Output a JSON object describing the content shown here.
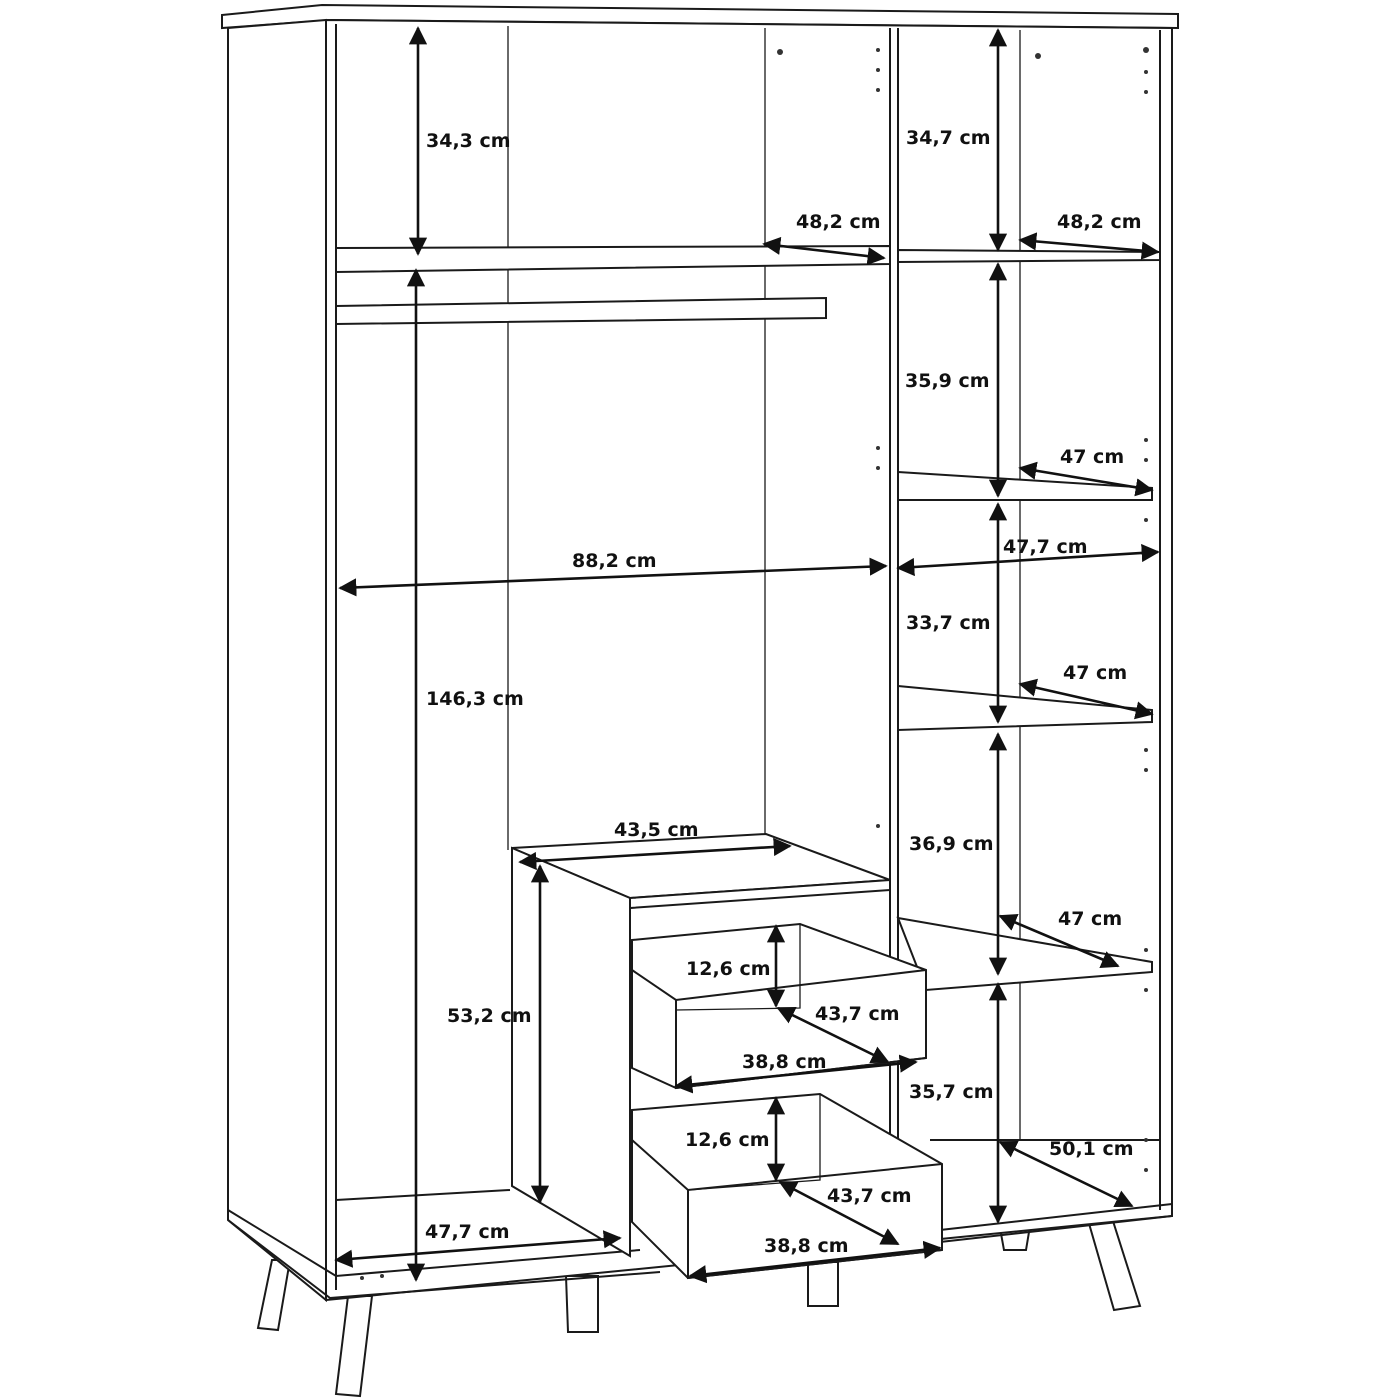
{
  "title": "Wardrobe dimensions",
  "dimensions": {
    "left_top_height": "34,3 cm",
    "right_top_height": "34,7 cm",
    "left_shelf_depth": "48,2 cm",
    "right_shelf_depth": "48,2 cm",
    "right_2_height": "35,9 cm",
    "right_shelf2_depth": "47 cm",
    "left_width": "88,2 cm",
    "right_width": "47,7 cm",
    "right_3_height": "33,7 cm",
    "right_shelf3_depth": "47 cm",
    "hanging_height": "146,3 cm",
    "right_4_height": "36,9 cm",
    "drawer_unit_top_depth": "43,5 cm",
    "right_shelf4_depth": "47 cm",
    "drawer1_height": "12,6 cm",
    "drawer1_depth": "43,7 cm",
    "drawer_unit_height": "53,2 cm",
    "drawer1_width": "38,8 cm",
    "right_5_height": "35,7 cm",
    "drawer2_height": "12,6 cm",
    "right_bottom_depth": "50,1 cm",
    "drawer2_depth": "43,7 cm",
    "left_bottom_depth": "47,7 cm",
    "drawer2_width": "38,8 cm"
  }
}
